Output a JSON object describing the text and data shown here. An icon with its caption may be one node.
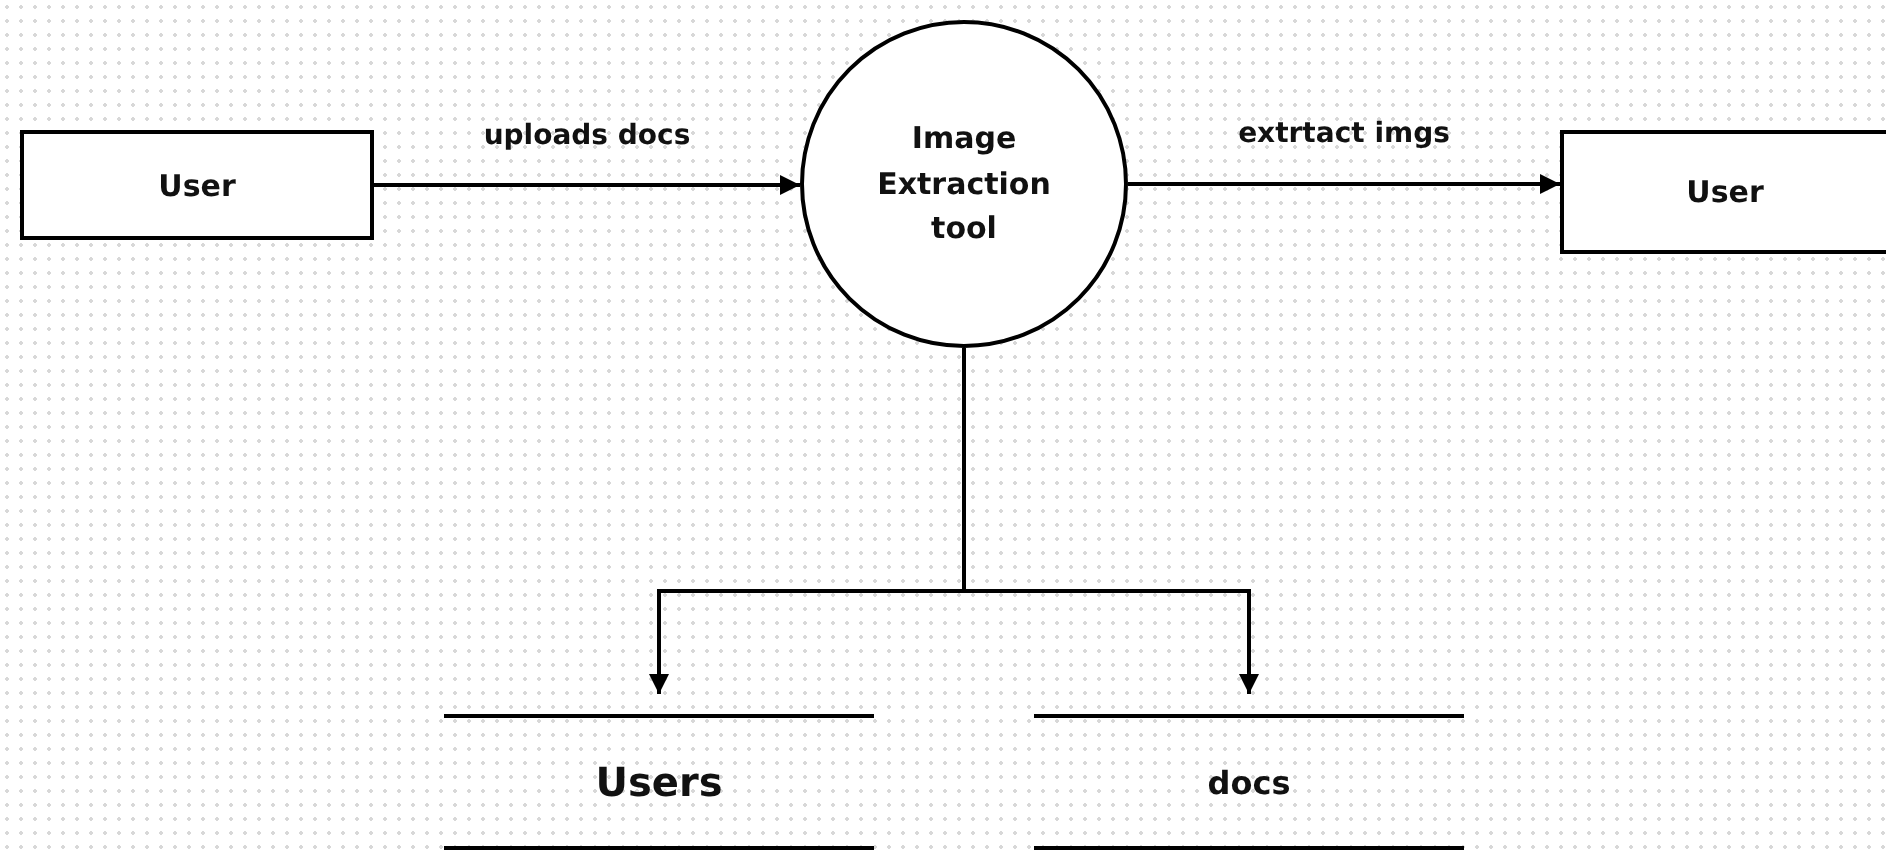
{
  "diagram": {
    "nodes": [
      {
        "text": [
          "User"
        ]
      },
      {
        "text": [
          "Image Extraction tool"
        ]
      },
      {
        "text": [
          "User"
        ]
      },
      {
        "text": [
          "Users"
        ]
      },
      {
        "text": [
          "docs"
        ]
      }
    ],
    "edges": [
      {
        "from": 0,
        "to": 1,
        "arrow": "to",
        "label": "uploads docs"
      },
      {
        "from": 1,
        "to": 2,
        "arrow": "to",
        "label": "extrtact imgs"
      },
      {
        "from": 1,
        "to": 3,
        "arrow": "to"
      },
      {
        "from": 1,
        "to": 4,
        "arrow": "to"
      }
    ]
  }
}
